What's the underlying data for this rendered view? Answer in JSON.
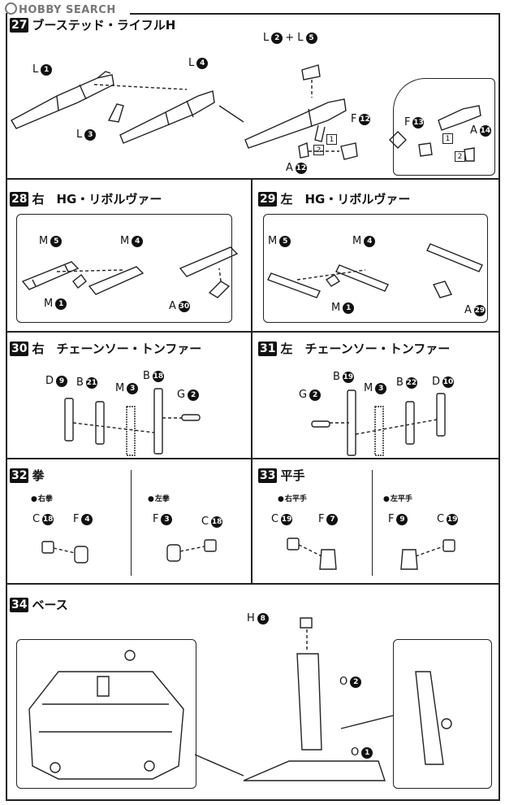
{
  "watermark": "HOBBY SEARCH",
  "steps": {
    "s27": {
      "num": "27",
      "title": "ブーステッド・ライフルH",
      "callouts": {
        "l1": [
          "L",
          "1"
        ],
        "l4": [
          "L",
          "4"
        ],
        "l3": [
          "L",
          "3"
        ],
        "l25_a": [
          "L",
          "2"
        ],
        "l25_plus": "+ L",
        "l25_b": "5",
        "f12": [
          "F",
          "12"
        ],
        "a12": [
          "A",
          "12"
        ],
        "f13": [
          "F",
          "13"
        ],
        "a14": [
          "A",
          "14"
        ]
      },
      "order": [
        "1",
        "2",
        "1",
        "2"
      ]
    },
    "s28": {
      "num": "28",
      "title": "右　HG・リボルヴァー",
      "callouts": {
        "m5": [
          "M",
          "5"
        ],
        "m4": [
          "M",
          "4"
        ],
        "m1": [
          "M",
          "1"
        ],
        "a30": [
          "A",
          "30"
        ]
      }
    },
    "s29": {
      "num": "29",
      "title": "左　HG・リボルヴァー",
      "callouts": {
        "m5": [
          "M",
          "5"
        ],
        "m4": [
          "M",
          "4"
        ],
        "m1": [
          "M",
          "1"
        ],
        "a29": [
          "A",
          "29"
        ]
      }
    },
    "s30": {
      "num": "30",
      "title": "右　チェーンソー・トンファー",
      "callouts": {
        "d9": [
          "D",
          "9"
        ],
        "b21": [
          "B",
          "21"
        ],
        "m3": [
          "M",
          "3"
        ],
        "b18": [
          "B",
          "18"
        ],
        "g2": [
          "G",
          "2"
        ]
      }
    },
    "s31": {
      "num": "31",
      "title": "左　チェーンソー・トンファー",
      "callouts": {
        "g2": [
          "G",
          "2"
        ],
        "b19": [
          "B",
          "19"
        ],
        "m3": [
          "M",
          "3"
        ],
        "b22": [
          "B",
          "22"
        ],
        "d10": [
          "D",
          "10"
        ]
      }
    },
    "s32": {
      "num": "32",
      "title": "拳",
      "sub_right": "右拳",
      "sub_left": "左拳",
      "callouts": {
        "c18a": [
          "C",
          "18"
        ],
        "f4": [
          "F",
          "4"
        ],
        "f3": [
          "F",
          "3"
        ],
        "c18b": [
          "C",
          "18"
        ]
      }
    },
    "s33": {
      "num": "33",
      "title": "平手",
      "sub_right": "右平手",
      "sub_left": "左平手",
      "callouts": {
        "c19a": [
          "C",
          "19"
        ],
        "f7": [
          "F",
          "7"
        ],
        "f9": [
          "F",
          "9"
        ],
        "c19b": [
          "C",
          "19"
        ]
      }
    },
    "s34": {
      "num": "34",
      "title": "ベース",
      "callouts": {
        "h8": [
          "H",
          "8"
        ],
        "o2": [
          "O",
          "2"
        ],
        "o1": [
          "O",
          "1"
        ]
      }
    }
  }
}
